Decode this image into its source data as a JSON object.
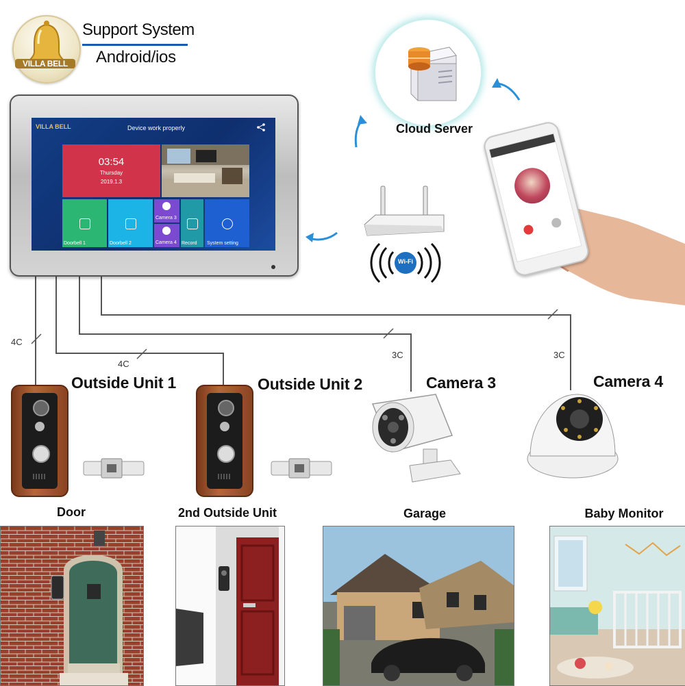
{
  "header": {
    "logo_text": "VILLA BELL",
    "support_line_1": "Support System",
    "support_line_2": "Android/ios"
  },
  "monitor": {
    "brand": "VILLA BELL",
    "status": "Device work properly",
    "clock": {
      "time": "03:54",
      "day": "Thursday",
      "date": "2019.1.3"
    },
    "tiles": [
      "Doorbell 1",
      "Doorbell 2",
      "Camera 3",
      "Camera 4",
      "Record",
      "System setting"
    ]
  },
  "cloud": {
    "label": "Cloud Server"
  },
  "wifi": {
    "label": "Wi-Fi"
  },
  "wires": {
    "four_core_a": "4C",
    "four_core_b": "4C",
    "three_core_a": "3C",
    "three_core_b": "3C"
  },
  "units": {
    "outside_unit_1": "Outside Unit 1",
    "outside_unit_2": "Outside Unit 2",
    "camera_3": "Camera 3",
    "camera_4": "Camera 4"
  },
  "scenes": {
    "door": "Door",
    "second_outside_unit": "2nd Outside Unit",
    "garage": "Garage",
    "baby_monitor": "Baby Monitor"
  },
  "colors": {
    "accent_blue": "#1f58a8",
    "tile_red": "#d0334a",
    "tile_green": "#2bb673",
    "tile_cyan": "#1cb4e6",
    "tile_purple": "#7b4ad1",
    "tile_teal": "#1f9aa6",
    "tile_blue": "#1e5fd1",
    "arrow_blue": "#2a8fd6"
  },
  "icons": [
    "bell-icon",
    "share-icon",
    "server-icon",
    "router-icon",
    "wifi-icon",
    "user-icon",
    "camera-icon",
    "record-icon",
    "settings-icon",
    "arrow-icon"
  ]
}
